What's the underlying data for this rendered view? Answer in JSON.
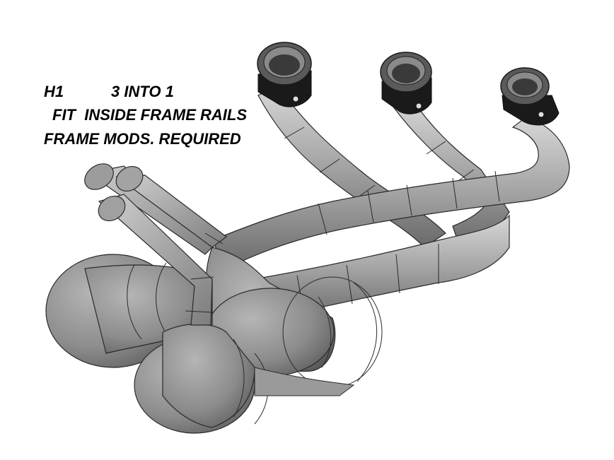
{
  "labels": {
    "model": "H1",
    "config": "3 INTO 1",
    "fit": "FIT  INSIDE FRAME RAILS",
    "mods": "FRAME MODS. REQUIRED"
  },
  "colors": {
    "background": "#ffffff",
    "text": "#000000",
    "metal_light": "#cfcfcf",
    "metal_mid": "#9a9a9a",
    "metal_dark": "#5e5e5e",
    "edge": "#2a2a2a"
  },
  "parts": [
    "header-pipe-1",
    "header-pipe-2",
    "header-pipe-3",
    "exhaust-port-flange-1",
    "exhaust-port-flange-2",
    "exhaust-port-flange-3",
    "collector-cone-1",
    "collector-cone-2",
    "collector-cone-3",
    "outlet-tube-1",
    "outlet-tube-2",
    "outlet-tube-3"
  ]
}
